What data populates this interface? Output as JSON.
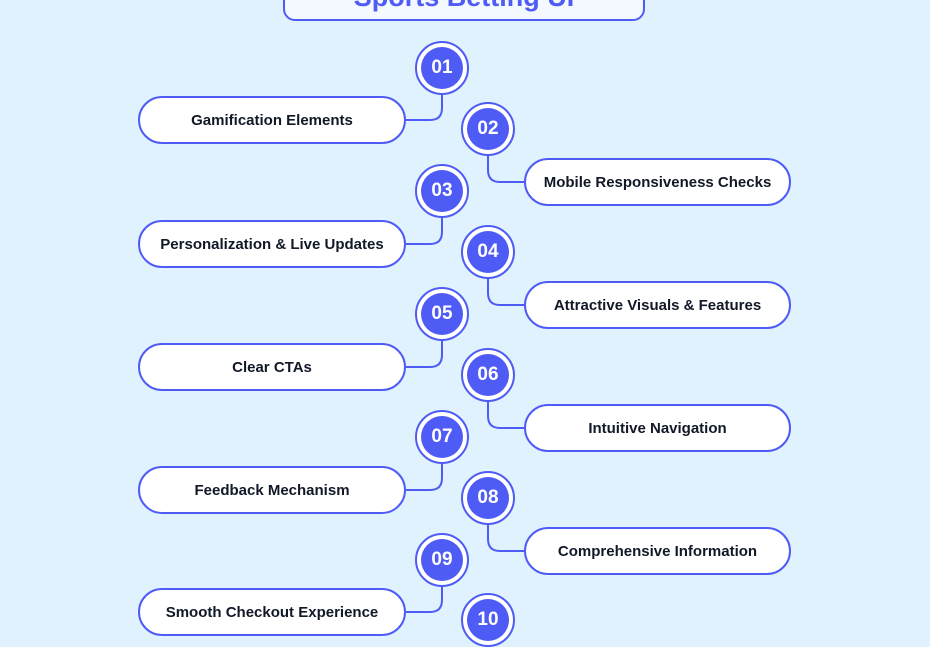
{
  "title": "Sports Betting UI",
  "colors": {
    "accent": "#4F5BF5",
    "background": "#E0F2FE",
    "pill_bg": "#FFFFFF"
  },
  "steps": [
    {
      "number": "01",
      "label": "Gamification Elements"
    },
    {
      "number": "02",
      "label": "Mobile Responsiveness Checks"
    },
    {
      "number": "03",
      "label": "Personalization & Live Updates"
    },
    {
      "number": "04",
      "label": "Attractive Visuals & Features"
    },
    {
      "number": "05",
      "label": "Clear CTAs"
    },
    {
      "number": "06",
      "label": "Intuitive Navigation"
    },
    {
      "number": "07",
      "label": "Feedback Mechanism"
    },
    {
      "number": "08",
      "label": "Comprehensive Information"
    },
    {
      "number": "09",
      "label": "Smooth Checkout Experience"
    },
    {
      "number": "10",
      "label": ""
    }
  ]
}
